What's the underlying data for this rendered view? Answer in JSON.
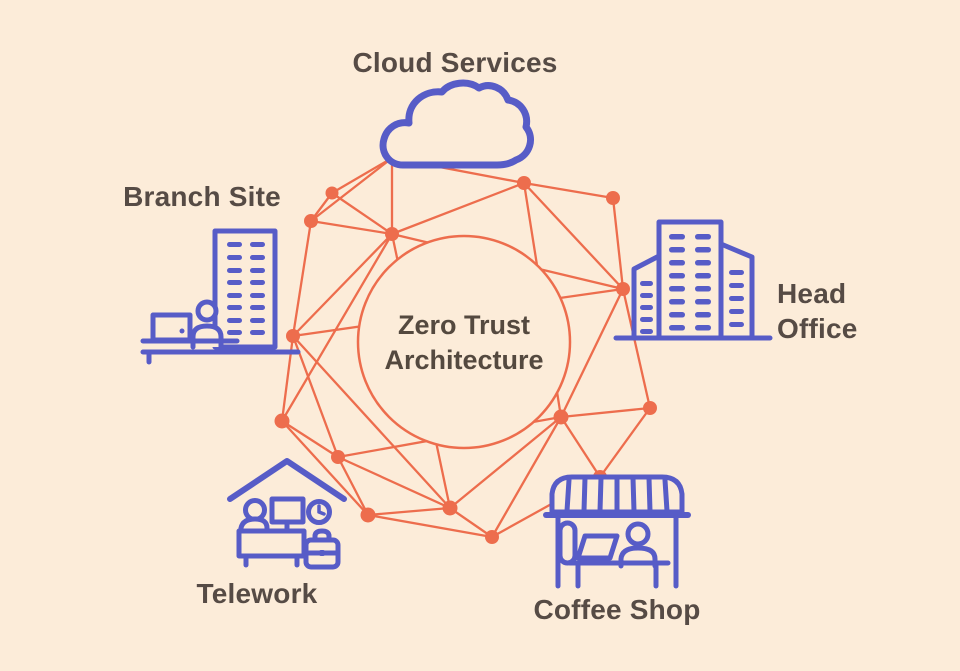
{
  "diagram": {
    "center_label": {
      "line1": "Zero Trust",
      "line2": "Architecture"
    },
    "sites": [
      {
        "id": "cloud-services",
        "label": "Cloud Services"
      },
      {
        "id": "branch-site",
        "label": "Branch Site"
      },
      {
        "id": "head-office",
        "label": "Head Office"
      },
      {
        "id": "telework",
        "label": "Telework"
      },
      {
        "id": "coffee-shop",
        "label": "Coffee Shop"
      }
    ],
    "colors": {
      "background": "#fcecd9",
      "mesh_orange": "#ed6d4d",
      "icon_indigo": "#575cc7",
      "label_text": "#564b45"
    }
  }
}
